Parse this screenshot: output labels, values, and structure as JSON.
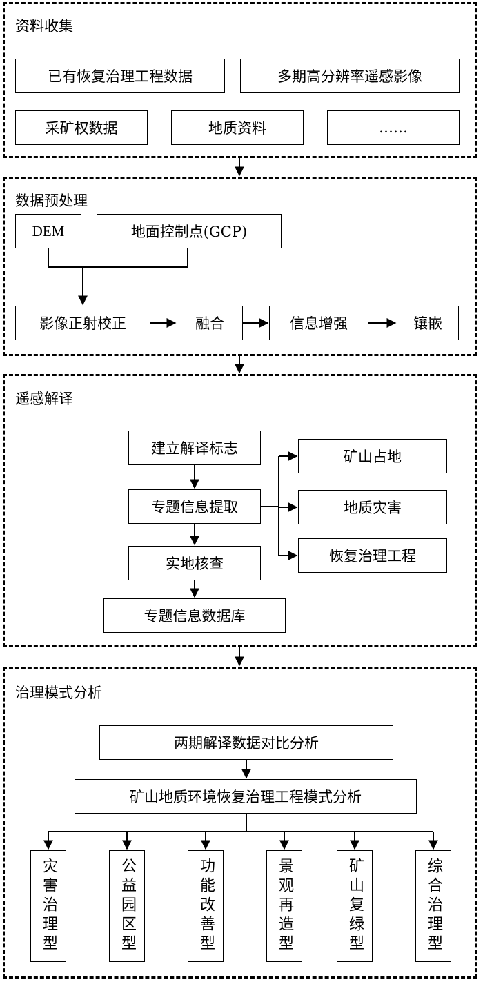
{
  "sections": {
    "collect": {
      "title": "资料收集",
      "items": [
        "已有恢复治理工程数据",
        "多期高分辨率遥感影像",
        "采矿权数据",
        "地质资料",
        "……"
      ]
    },
    "preprocess": {
      "title": "数据预处理",
      "inputs": [
        "DEM",
        "地面控制点(GCP)"
      ],
      "steps": [
        "影像正射校正",
        "融合",
        "信息增强",
        "镶嵌"
      ]
    },
    "interpret": {
      "title": "遥感解译",
      "steps": [
        "建立解译标志",
        "专题信息提取",
        "实地核查",
        "专题信息数据库"
      ],
      "outputs": [
        "矿山占地",
        "地质灾害",
        "恢复治理工程"
      ]
    },
    "analysis": {
      "title": "治理模式分析",
      "steps": [
        "两期解译数据对比分析",
        "矿山地质环境恢复治理工程模式分析"
      ],
      "types": [
        "灾害治理型",
        "公益园区型",
        "功能改善型",
        "景观再造型",
        "矿山复绿型",
        "综合治理型"
      ]
    }
  }
}
